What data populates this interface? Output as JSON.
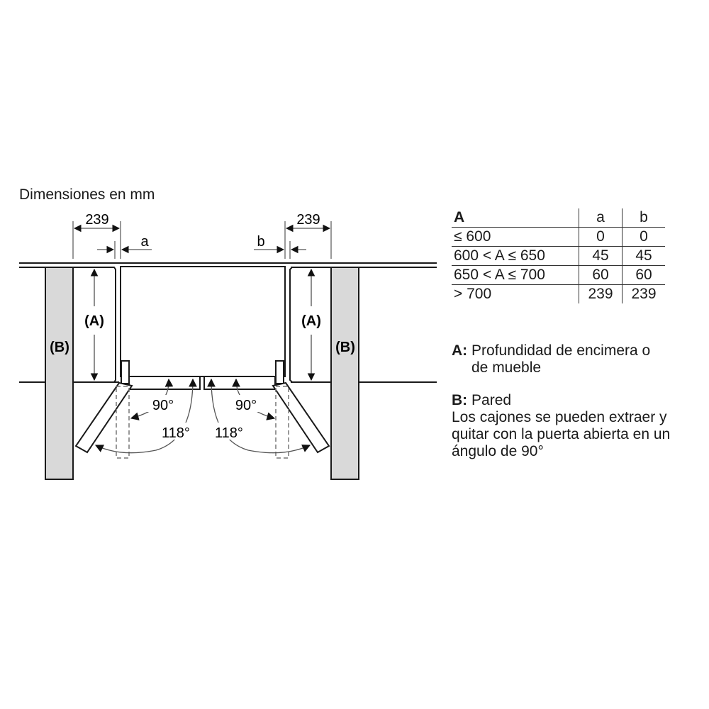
{
  "title": "Dimensiones en mm",
  "diagram": {
    "dim_left": "239",
    "dim_right": "239",
    "gap_left_label": "a",
    "gap_right_label": "b",
    "depth_label_left": "(A)",
    "depth_label_right": "(A)",
    "wall_label_left": "(B)",
    "wall_label_right": "(B)",
    "angle_90_left": "90°",
    "angle_118_left": "118°",
    "angle_90_right": "90°",
    "angle_118_right": "118°",
    "colors": {
      "wall_fill": "#d9d9d9",
      "line": "#1a1a1a",
      "dim_line": "#555555",
      "dashed": "#777777"
    }
  },
  "table": {
    "header": {
      "col1": "A",
      "col2": "a",
      "col3": "b"
    },
    "rows": [
      {
        "range": "≤ 600",
        "a": "0",
        "b": "0"
      },
      {
        "range": "600 < A ≤ 650",
        "a": "45",
        "b": "45"
      },
      {
        "range": "650 < A ≤ 700",
        "a": "60",
        "b": "60"
      },
      {
        "range": "> 700",
        "a": "239",
        "b": "239"
      }
    ]
  },
  "legend": {
    "a_key": "A:",
    "a_text_line1": "Profundidad de encimera o",
    "a_text_line2": "de mueble",
    "b_key": "B:",
    "b_text": "Pared",
    "note_line1": "Los cajones se pueden extraer y",
    "note_line2": "quitar con la puerta abierta en un",
    "note_line3": "ángulo de 90°"
  }
}
